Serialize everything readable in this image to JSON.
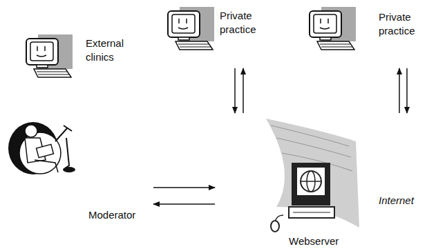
{
  "diagram": {
    "nodes": [
      {
        "text": [
          "External clinics"
        ]
      },
      {
        "text": [
          "Private practice"
        ]
      },
      {
        "text": [
          "Private practice"
        ]
      },
      {
        "text": [
          "Moderator"
        ]
      },
      {
        "text": [
          "Webserver"
        ]
      }
    ],
    "edges": [
      {
        "from": 1,
        "to": 4,
        "arrow": "to"
      },
      {
        "from": 4,
        "to": 1,
        "arrow": "to"
      },
      {
        "from": 4,
        "to": 2,
        "arrow": "to"
      },
      {
        "from": 2,
        "to": 4,
        "arrow": "to"
      },
      {
        "from": 3,
        "to": 4,
        "arrow": "to"
      },
      {
        "from": 4,
        "to": 3,
        "arrow": "to"
      }
    ],
    "labels": [
      "Internet"
    ]
  }
}
